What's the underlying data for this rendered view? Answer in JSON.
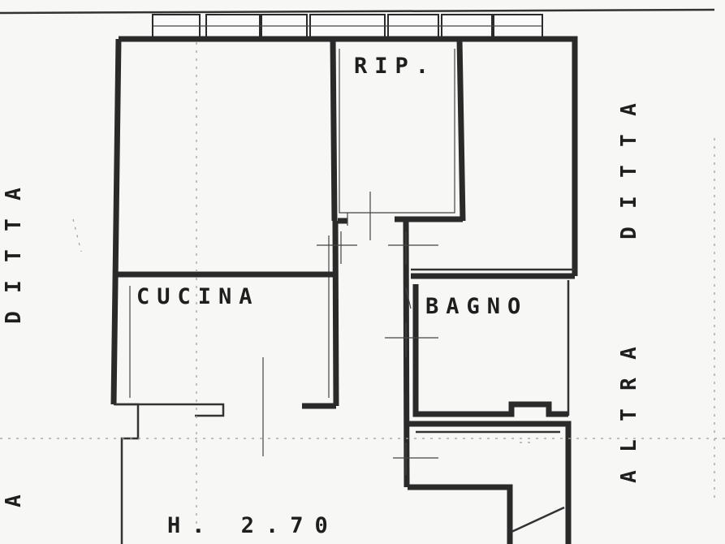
{
  "rooms": {
    "rip": "RIP.",
    "cucina": "CUCINA",
    "bagno": "BAGNO"
  },
  "neighbors": {
    "left_upper": "DITTA",
    "left_lower": "A",
    "right_upper": "DITTA",
    "right_lower": "ALTRA"
  },
  "ceiling_height": "H. 2.70"
}
